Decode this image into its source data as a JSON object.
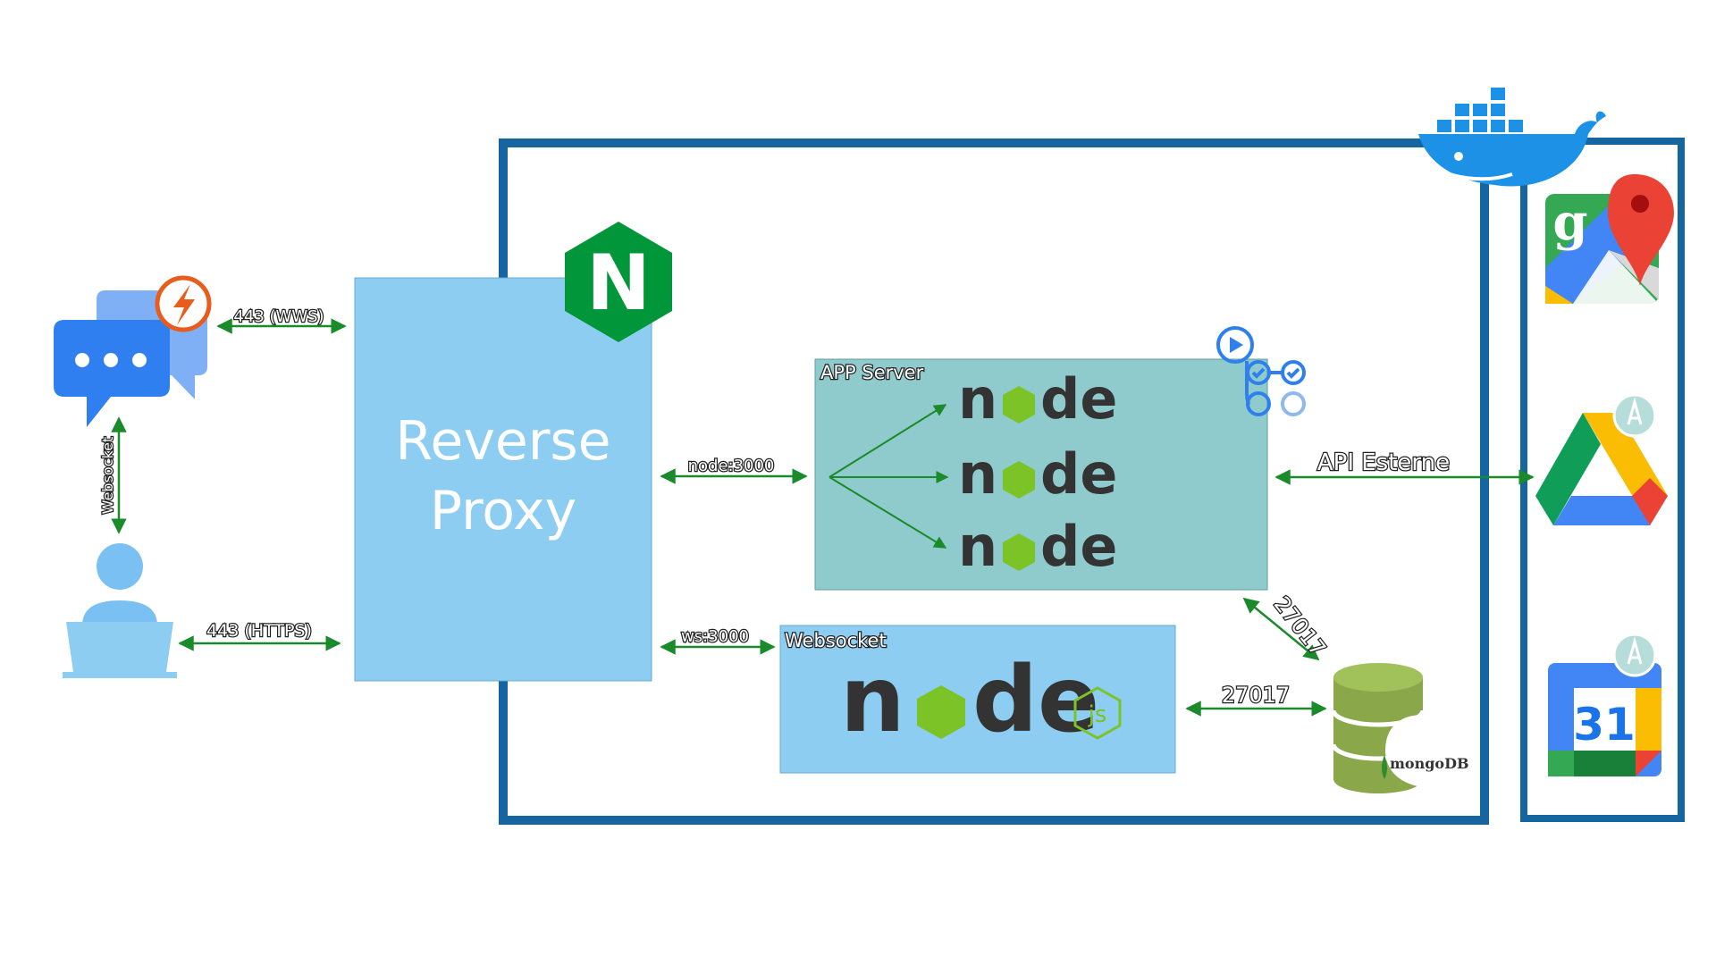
{
  "colors": {
    "container_border": "#1565a0",
    "proxy_fill": "#8ecdf2",
    "app_server_fill": "#8fcbcc",
    "websocket_fill": "#8ecdf2",
    "arrow": "#1a8a2a",
    "nginx_green": "#009639",
    "node_green": "#7cc327",
    "mongo_green": "#8aa84a",
    "docker_blue": "#1d91e5"
  },
  "labels": {
    "proxy_line1": "Reverse",
    "proxy_line2": "Proxy",
    "app_server": "APP Server",
    "websocket_box": "Websocket",
    "wss": "443 (WWS)",
    "https": "443 (HTTPS)",
    "websocket_vertical": "Websocket",
    "node_port": "node:3000",
    "ws_port": "ws:3000",
    "api_esterne": "API Esterne",
    "mongo_port_1": "27017",
    "mongo_port_2": "27017",
    "mongodb": "mongoDB",
    "nginx_letter": "N",
    "node_word_left": "n",
    "node_word_right": "de",
    "js": "js",
    "calendar_day": "31",
    "maps_letter": "g"
  },
  "icons": {
    "chat": "chat-bubbles-icon",
    "lightning": "lightning-badge-icon",
    "user": "user-laptop-icon",
    "nginx": "nginx-logo-icon",
    "docker": "docker-whale-icon",
    "actions": "github-actions-icon",
    "maps": "google-maps-icon",
    "drive": "google-drive-icon",
    "calendar": "google-calendar-icon",
    "mongo": "mongodb-database-icon"
  }
}
